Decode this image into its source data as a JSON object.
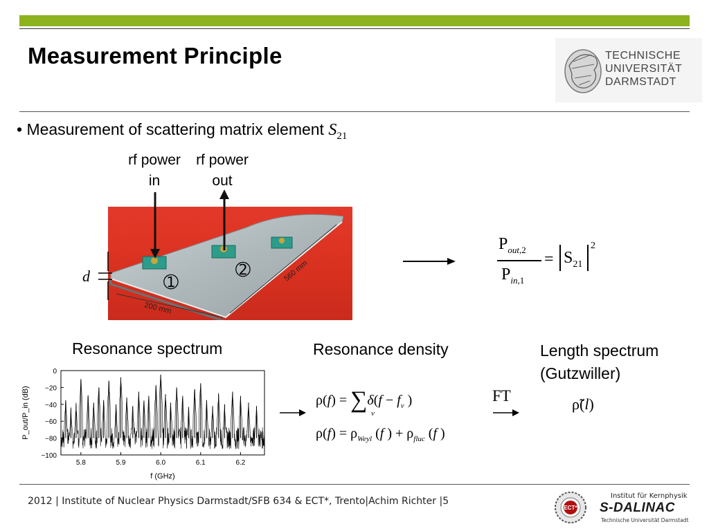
{
  "slide": {
    "title": "Measurement Principle",
    "bullet": "• Measurement of scattering matrix element ",
    "bullet_symbol": "S",
    "bullet_symbol_sub": "21"
  },
  "logo": {
    "line1": "TECHNISCHE",
    "line2": "UNIVERSITÄT",
    "line3": "DARMSTADT"
  },
  "experiment": {
    "rf_in_line1": "rf power",
    "rf_in_line2": "in",
    "rf_out_line1": "rf power",
    "rf_out_line2": "out",
    "port1": "➀",
    "port2": "➁",
    "d_label": "d",
    "dim_200": "200 mm",
    "dim_560": "560 mm"
  },
  "equation": {
    "num_P": "P",
    "num_sub": "out",
    "num_sub2": ",2",
    "den_P": "P",
    "den_sub": "in",
    "den_sub2": ",1",
    "eq": "=",
    "S": "S",
    "S_sub": "21",
    "power": "2"
  },
  "sections": {
    "resonance_spectrum": "Resonance spectrum",
    "resonance_density": "Resonance density",
    "length_spectrum_line1": "Length spectrum",
    "length_spectrum_line2": "(Gutzwiller)",
    "ft": "FT"
  },
  "formulas": {
    "rho1_lhs": "ρ(",
    "rho1_f": "f",
    "rho1_rhs": ") = ",
    "sum": "∑",
    "sum_index": "ν",
    "delta": "δ",
    "delta_args_open": "(",
    "f2": "f",
    "minus": " − ",
    "f3": "f",
    "nu_sub": "ν",
    "close": " )",
    "rho2_lhs": "ρ(",
    "rho2_f": "f",
    "rho2_mid": ") = ρ",
    "weyl": "Weyl",
    "rho2_f2_open": " (",
    "rho2_f2": "f",
    "rho2_plus": " ) + ρ",
    "fluc": "fluc",
    "rho2_f3_open": " (",
    "rho2_f3": "f",
    "rho2_end": " )",
    "rho_tilde": "ρ̃",
    "l_open": "(",
    "l": "l",
    "l_close": ")"
  },
  "chart_data": {
    "type": "line",
    "xlabel": "f (GHz)",
    "ylabel": "P_out/P_in (dB)",
    "x_ticks": [
      "5.8",
      "5.9",
      "6.0",
      "6.1",
      "6.2"
    ],
    "y_ticks": [
      "0",
      "−20",
      "−40",
      "−60",
      "−80",
      "−100"
    ],
    "xlim": [
      5.75,
      6.26
    ],
    "ylim": [
      -100,
      0
    ],
    "grid": false,
    "peaks_x": [
      5.762,
      5.775,
      5.788,
      5.8,
      5.818,
      5.832,
      5.845,
      5.857,
      5.87,
      5.888,
      5.9,
      5.915,
      5.93,
      5.945,
      5.958,
      5.97,
      5.988,
      6.0,
      6.012,
      6.025,
      6.04,
      6.055,
      6.07,
      6.085,
      6.1,
      6.115,
      6.13,
      6.145,
      6.16,
      6.18,
      6.2,
      6.22,
      6.24
    ],
    "peaks_y": [
      -35,
      -45,
      -40,
      -10,
      -30,
      -38,
      -20,
      -35,
      -12,
      -40,
      -8,
      -32,
      -42,
      -25,
      -36,
      -30,
      -18,
      -5,
      -28,
      -38,
      -20,
      -30,
      -44,
      -22,
      -15,
      -35,
      -42,
      -28,
      -40,
      -25,
      -30,
      -38,
      -42
    ],
    "noise_floor_db": -80
  },
  "footer": {
    "text": "2012 | Institute of Nuclear Physics Darmstadt/SFB 634 & ECT*, Trento|Achim Richter |5",
    "ect_label": "ECT*",
    "ikp_line1": "Institut für Kernphysik",
    "ikp_line2": "S-DALINAC",
    "ikp_line3": "Technische Universität Darmstadt"
  }
}
